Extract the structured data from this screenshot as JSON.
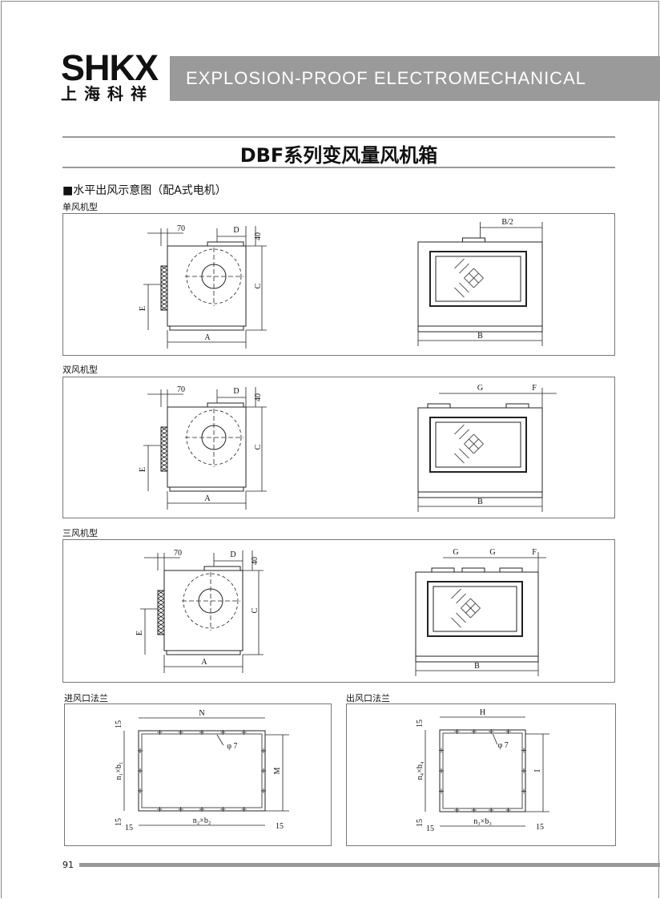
{
  "header": {
    "logo_en": "SHKX",
    "logo_cn": "上海科祥",
    "banner": "EXPLOSION-PROOF ELECTROMECHANICAL"
  },
  "title": "DBF系列变风量风机箱",
  "section_heading": "■水平出风示意图（配A式电机）",
  "diagrams": {
    "single": {
      "caption": "单风机型",
      "labels": {
        "d70": "70",
        "D": "D",
        "d40": "40",
        "C": "C",
        "E": "E",
        "A": "A",
        "B2": "B/2",
        "B": "B"
      }
    },
    "double": {
      "caption": "双风机型",
      "labels": {
        "d70": "70",
        "D": "D",
        "d40": "40",
        "C": "C",
        "E": "E",
        "A": "A",
        "G": "G",
        "F": "F",
        "B": "B"
      }
    },
    "triple": {
      "caption": "三风机型",
      "labels": {
        "d70": "70",
        "D": "D",
        "d40": "40",
        "C": "C",
        "E": "E",
        "A": "A",
        "G": "G",
        "F": "F",
        "B": "B"
      }
    },
    "inlet": {
      "caption": "进风口法兰",
      "labels": {
        "N": "N",
        "hole": "φ 7",
        "M": "M",
        "side": "n₁×b₁",
        "bottom": "n₂×b₂",
        "d15": "15"
      }
    },
    "outlet": {
      "caption": "出风口法兰",
      "labels": {
        "H": "H",
        "hole": "φ 7",
        "I": "I",
        "side": "n₄×b₄",
        "bottom": "n₃×b₃",
        "d15": "15"
      }
    }
  },
  "footer": {
    "page_number": "91"
  }
}
